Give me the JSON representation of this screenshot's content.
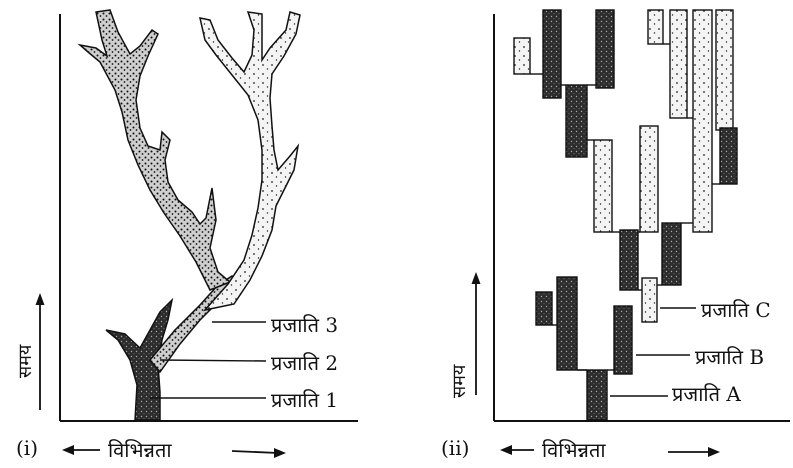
{
  "panel_i": {
    "caption": "(i)",
    "y_axis_label": "समय",
    "x_axis_label": "विभिन्नता",
    "labels": [
      "प्रजाति 3",
      "प्रजाति 2",
      "प्रजाति 1"
    ]
  },
  "panel_ii": {
    "caption": "(ii)",
    "y_axis_label": "समय",
    "x_axis_label": "विभिन्नता",
    "labels": [
      "प्रजाति C",
      "प्रजाति B",
      "प्रजाति A"
    ]
  },
  "colors": {
    "ink": "#111111",
    "light_fill": "#f2f2f2",
    "dark_fill": "#3a3a3a",
    "mid_fill": "#7a7a7a"
  }
}
